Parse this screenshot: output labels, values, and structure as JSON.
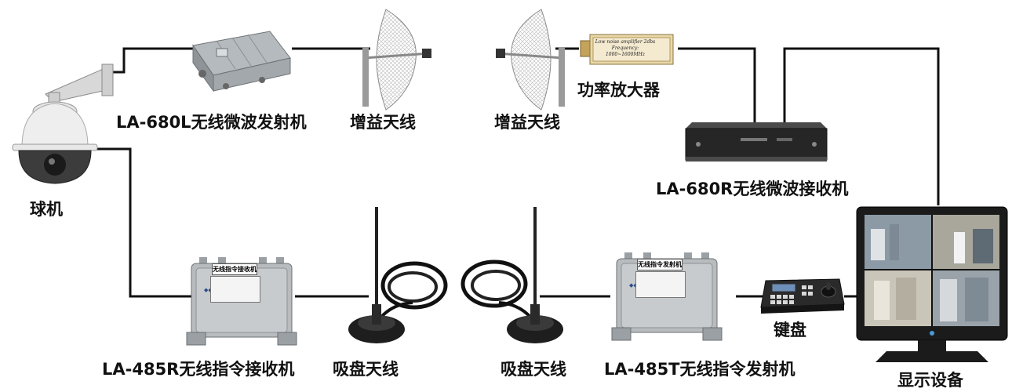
{
  "labels": {
    "dome_camera": "球机",
    "tx_680l": "LA-680L无线微波发射机",
    "gain_antenna_left": "增益天线",
    "gain_antenna_right": "增益天线",
    "power_amplifier": "功率放大器",
    "rx_680r": "LA-680R无线微波接收机",
    "rx_485r": "LA-485R无线指令接收机",
    "suction_antenna_left": "吸盘天线",
    "suction_antenna_right": "吸盘天线",
    "tx_485t": "LA-485T无线指令发射机",
    "keyboard": "键盘",
    "display": "显示设备"
  },
  "device_texts": {
    "rx_485r_plate": "无线指令接收机",
    "tx_485t_plate": "无线指令发射机",
    "amp_line1": "Low noise amplifier 2dbs",
    "amp_line2": "Frequency: 1000~1600MHz"
  },
  "colors": {
    "wire": "#111111",
    "unit_body": "#b8bcbe",
    "background": "#ffffff"
  }
}
